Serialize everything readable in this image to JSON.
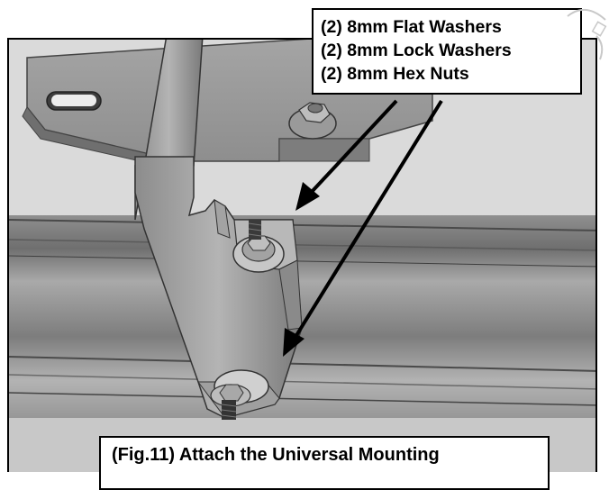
{
  "callout": {
    "lines": [
      "(2) 8mm Flat Washers",
      "(2) 8mm Lock Washers",
      "(2) 8mm Hex Nuts"
    ]
  },
  "caption": {
    "text": "(Fig.11) Attach the Universal Mounting"
  },
  "colors": {
    "border": "#000000",
    "background": "#ffffff",
    "metal_light": "#c8c8c8",
    "metal_dark": "#5a5a5a"
  }
}
